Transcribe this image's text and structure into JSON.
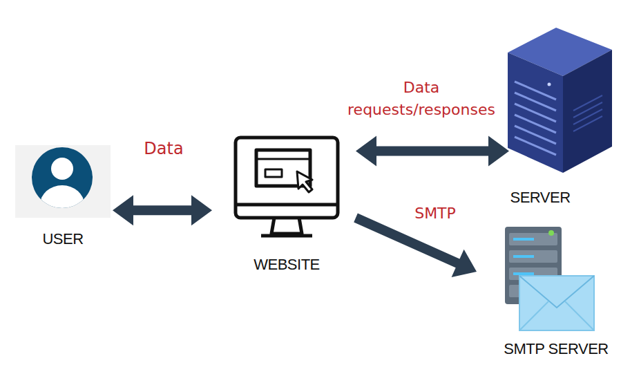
{
  "diagram": {
    "nodes": [
      {
        "text": [
          "USER"
        ]
      },
      {
        "text": [
          "WEBSITE"
        ]
      },
      {
        "text": [
          "SERVER"
        ]
      },
      {
        "text": [
          "SMTP SERVER"
        ]
      }
    ],
    "edges": [
      {
        "from": 0,
        "to": 1,
        "arrow": "both",
        "label": "Data"
      },
      {
        "from": 1,
        "to": 2,
        "arrow": "both",
        "label": "Data requests/responses"
      },
      {
        "from": 1,
        "to": 3,
        "arrow": "to",
        "label": "SMTP"
      }
    ]
  }
}
